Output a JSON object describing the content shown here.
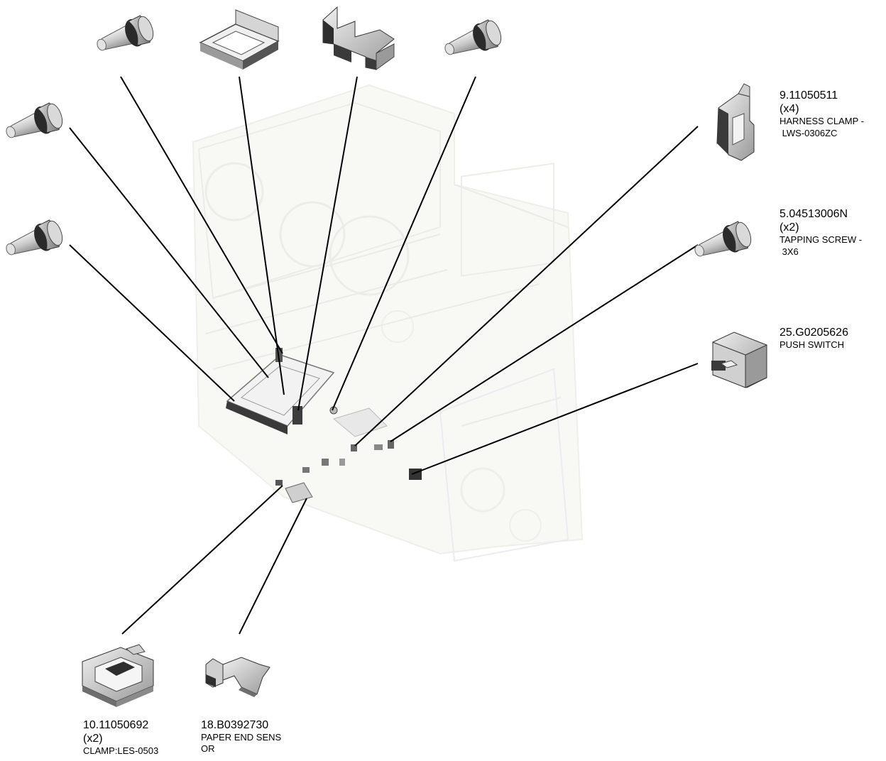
{
  "parts": {
    "harness_clamp": {
      "part_number": "9.11050511",
      "quantity": "(x4)",
      "description_line1": "HARNESS CLAMP -",
      "description_line2": " LWS-0306ZC"
    },
    "tapping_screw": {
      "part_number": "5.04513006N",
      "quantity": "(x2)",
      "description_line1": "TAPPING SCREW -",
      "description_line2": " 3X6"
    },
    "push_switch": {
      "part_number": "25.G0205626",
      "description_line1": "PUSH SWITCH"
    },
    "clamp": {
      "part_number": "10.11050692",
      "quantity": "(x2)",
      "description_line1": "CLAMP:LES-0503"
    },
    "paper_end_sensor": {
      "part_number": "18.B0392730",
      "description_line1": "PAPER END SENS",
      "description_line2": "OR"
    }
  },
  "colors": {
    "line": "#000000",
    "part_light": "#e6e6e6",
    "part_mid": "#bdbdbd",
    "part_dark": "#3a3a3a",
    "ghost": "#ecece4"
  }
}
